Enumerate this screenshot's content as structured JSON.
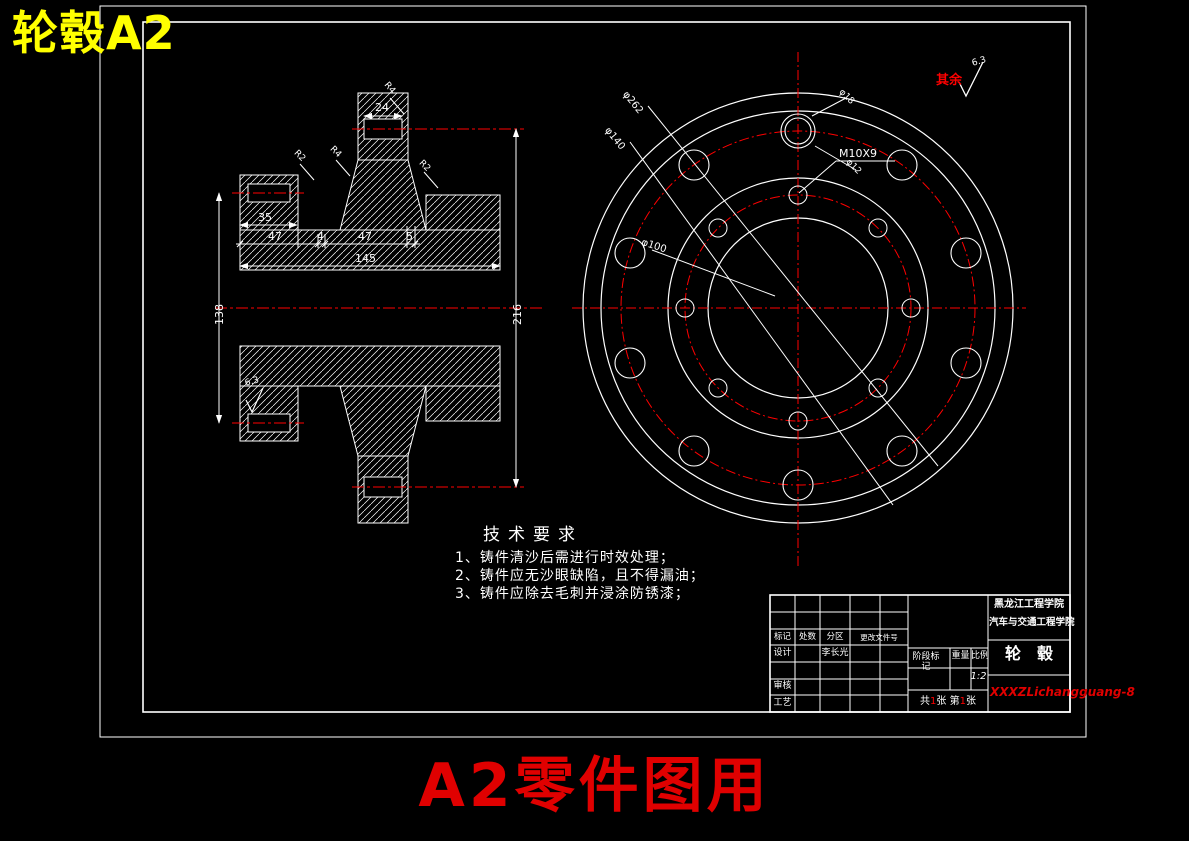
{
  "header": {
    "sheet_label": "轮毂A2"
  },
  "footer": {
    "caption": "A2零件图用"
  },
  "surface_note": {
    "prefix": "其余",
    "roughness": "6.3"
  },
  "section_view": {
    "dims": {
      "boss_width": "24",
      "flange_width": "35",
      "seg1": "47",
      "seg2": "4",
      "seg3": "47",
      "seg4": "5",
      "total_length": "145",
      "left_height": "138",
      "right_height": "216"
    },
    "fillets": {
      "r1": "R4",
      "r2": "R2",
      "r3": "R4",
      "r4": "R2"
    },
    "surface_mark": "6.3"
  },
  "front_view": {
    "labels": {
      "outer_dia": "φ262",
      "small_bolt_circle": "φ140",
      "bore_dia": "φ100",
      "hole_outer": "φ18",
      "hole_inner": "φ12",
      "thread": "M10X9"
    }
  },
  "tech_requirements": {
    "title": "技术要求",
    "items": [
      "1、铸件清沙后需进行时效处理；",
      "2、铸件应无沙眼缺陷，且不得漏油；",
      "3、铸件应除去毛刺并浸涂防锈漆；"
    ]
  },
  "title_block": {
    "school_line1": "黑龙江工程学院",
    "school_line2": "汽车与交通工程学院",
    "part_name": "轮毂",
    "mark_label": "标记",
    "count_label": "处数",
    "zone_label": "分区",
    "doc_label": "更改文件号",
    "design_label": "设计",
    "designer": "李长光",
    "check_label": "审核",
    "process_label": "工艺",
    "stage_label": "阶段标记",
    "weight_label": "重量",
    "scale_label": "比例",
    "scale_value": "1:2",
    "total_prefix": "共",
    "total_num": "1",
    "total_unit": "张",
    "page_prefix": "第",
    "page_num": "1",
    "page_unit": "张",
    "signature": "XXXZLichangguang-8"
  },
  "colors": {
    "line": "#ffffff",
    "centerline": "#ff0000",
    "caption": "#e00000",
    "sheet_label": "#ffff00"
  }
}
